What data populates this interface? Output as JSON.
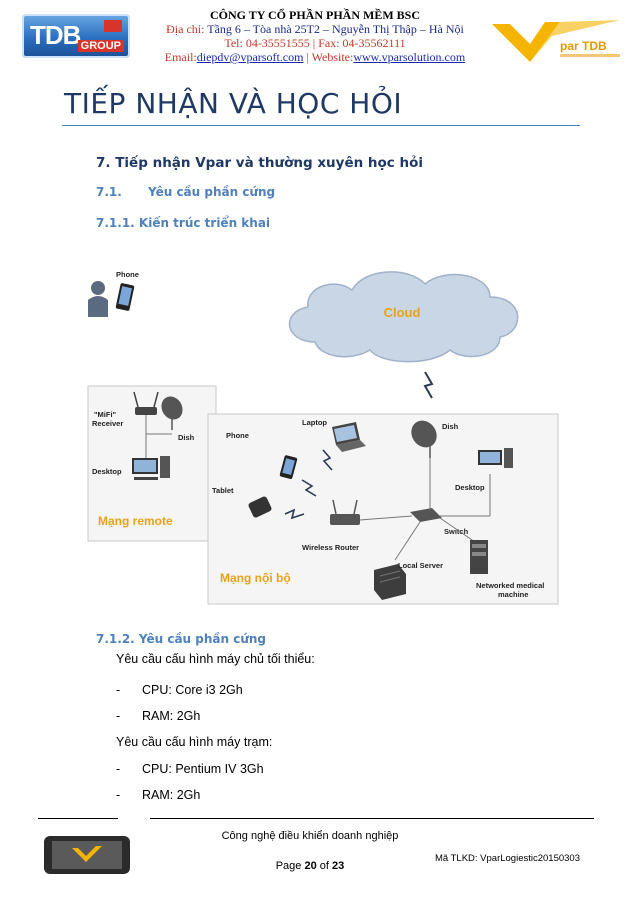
{
  "header": {
    "company": "CÔNG TY CỔ PHẦN PHẦN MỀM BSC",
    "address_label": "Địa chỉ:",
    "address": " Tầng 6 – Tòa nhà 25T2 – Nguyễn Thị Thập – Hà Nội",
    "tel_fax": "Tel: 04-35551555  | Fax: 04-35562111",
    "email_label": "Email:",
    "email": "diepdv@vparsoft.com",
    "website_label": "  | Website:",
    "website": "www.vparsolution.com",
    "logo_left_text": "TDB",
    "logo_left_sub": "GROUP",
    "logo_right_text": "par TDB"
  },
  "title": "TIẾP NHẬN VÀ HỌC HỎI",
  "section_7": "7.  Tiếp nhận Vpar và thường xuyên học hỏi",
  "section_7_1_num": "7.1.",
  "section_7_1": "Yêu cầu phần cứng",
  "section_7_1_1": "7.1.1. Kiến trúc triển khai",
  "diagram": {
    "phone_top": "Phone",
    "cloud": "Cloud",
    "mifi": "\"MiFi\"",
    "receiver": "Receiver",
    "dish_left": "Dish",
    "desktop_left": "Desktop",
    "remote_zone": "Mạng remote",
    "laptop": "Laptop",
    "phone": "Phone",
    "tablet": "Tablet",
    "dish_right": "Dish",
    "desktop_right": "Desktop",
    "switch": "Switch",
    "wireless_router": "Wireless Router",
    "local_server": "Local Server",
    "networked_medical": "Networked medical",
    "machine": "machine",
    "local_zone": "Mạng nội bộ"
  },
  "section_7_1_2": "7.1.2. Yêu cầu phần cứng",
  "min_config": "Yêu cầu cấu hình máy chủ tối thiểu:",
  "server_items": [
    {
      "dash": "-",
      "text": "CPU: Core i3 2Gh"
    },
    {
      "dash": "-",
      "text": "RAM: 2Gh"
    }
  ],
  "station_config": "Yêu cầu cấu hình máy trạm:",
  "station_items": [
    {
      "dash": "-",
      "text": "CPU: Pentium  IV 3Gh"
    },
    {
      "dash": "-",
      "text": "RAM: 2Gh"
    }
  ],
  "footer": {
    "tagline": "Công nghệ điều khiển doanh nghiệp",
    "page_prefix": "Page ",
    "page_current": "20",
    "page_of": " of ",
    "page_total": "23",
    "code": "Mã TLKD: VparLogiestic20150303"
  },
  "colors": {
    "title": "#1f3864",
    "heading_blue": "#4f81bd",
    "zone_orange": "#e8a21a",
    "header_red": "#c0392b"
  }
}
